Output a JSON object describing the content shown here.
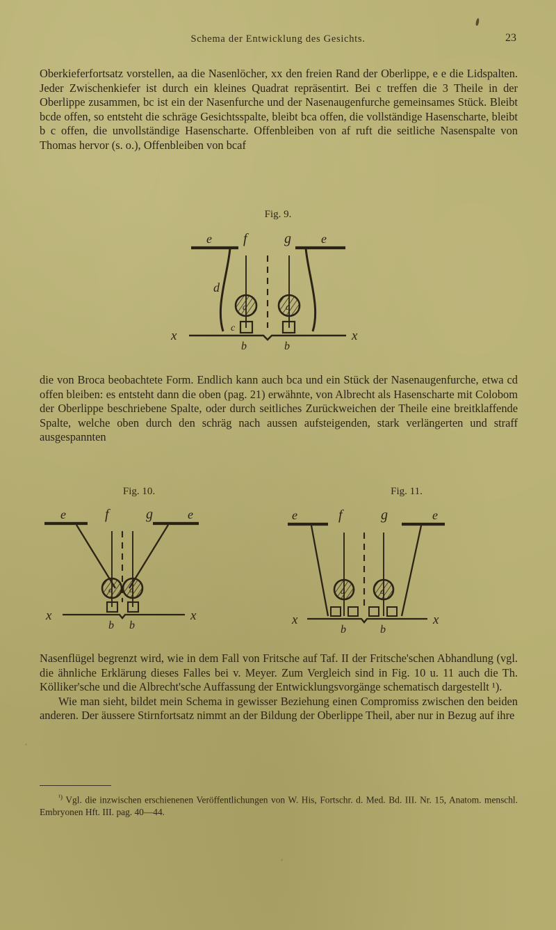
{
  "page": {
    "running_head": "Schema der Entwicklung des Gesichts.",
    "page_number": "23",
    "paper_color": "#b5ad70",
    "ink_color": "#2b2417"
  },
  "body": {
    "paragraph_1": "Oberkieferfortsatz vorstellen, aa die Nasenlöcher, xx den freien Rand der Oberlippe, e e die Lidspalten. Jeder Zwischenkiefer ist durch ein kleines Quadrat repräsentirt. Bei c treffen die 3 Theile in der Oberlippe zusammen, bc ist ein der Nasenfurche und der Nasenaugenfurche gemeinsames Stück. Bleibt bcde offen, so entsteht die schräge Gesichtsspalte, bleibt bca offen, die vollständige Hasenscharte, bleibt b c offen, die unvollständige Hasenscharte. Offenbleiben von af ruft die seitliche Nasenspalte von Thomas hervor (s. o.), Offenbleiben von bcaf",
    "paragraph_2": "die von Broca beobachtete Form. Endlich kann auch bca und ein Stück der Nasenaugenfurche, etwa cd offen bleiben: es entsteht dann die oben (pag. 21) erwähnte, von Albrecht als Hasenscharte mit Colobom der Oberlippe beschriebene Spalte, oder durch seitliches Zurückweichen der Theile eine breitklaffende Spalte, welche oben durch den schräg nach aussen aufsteigenden, stark verlängerten und straff ausgespannten",
    "paragraph_3": "Nasenflügel begrenzt wird, wie in dem Fall von Fritsche auf Taf. II der Fritsche'schen Abhandlung (vgl. die ähnliche Erklärung dieses Falles bei v. Meyer. Zum Vergleich sind in Fig. 10 u. 11 auch die Th. Kölliker'sche und die Albrecht'sche Auffassung der Entwicklungsvorgänge schematisch dargestellt ¹).",
    "paragraph_4": "Wie man sieht, bildet mein Schema in gewisser Beziehung einen Compromiss zwischen den beiden anderen. Der äussere Stirnfortsatz nimmt an der Bildung der Oberlippe Theil, aber nur in Bezug auf ihre"
  },
  "footnote": {
    "marker": "¹)",
    "text": "Vgl. die inzwischen erschienenen Veröffentlichungen von W. His, Fortschr. d. Med. Bd. III. Nr. 15, Anatom. menschl. Embryonen Hft. III. pag. 40—44."
  },
  "figures": [
    {
      "id": "fig9",
      "caption": "Fig. 9.",
      "style": "curved",
      "labels": {
        "top_left_e": "e",
        "top_f": "f",
        "top_g": "g",
        "top_right_e": "e",
        "left_d": "d",
        "center_c": "c",
        "baseline_left_x": "x",
        "baseline_right_x": "x",
        "bottom_left_b": "b",
        "bottom_right_b": "b",
        "circle_left": "a",
        "circle_right": "a"
      },
      "square_count": 2
    },
    {
      "id": "fig10",
      "caption": "Fig. 10.",
      "style": "straight-converging",
      "labels": {
        "top_left_e": "e",
        "top_f": "f",
        "top_g": "g",
        "top_right_e": "e",
        "baseline_left_x": "x",
        "baseline_right_x": "x",
        "bottom_left_b": "b",
        "bottom_right_b": "b",
        "circle_left": "a",
        "circle_right": "a"
      },
      "square_count": 2
    },
    {
      "id": "fig11",
      "caption": "Fig. 11.",
      "style": "straight-wide",
      "labels": {
        "top_left_e": "e",
        "top_f": "f",
        "top_g": "g",
        "top_right_e": "e",
        "baseline_left_x": "x",
        "baseline_right_x": "x",
        "bottom_left_b": "b",
        "bottom_right_b": "b",
        "circle_left": "a",
        "circle_right": "a"
      },
      "square_count": 4
    }
  ]
}
